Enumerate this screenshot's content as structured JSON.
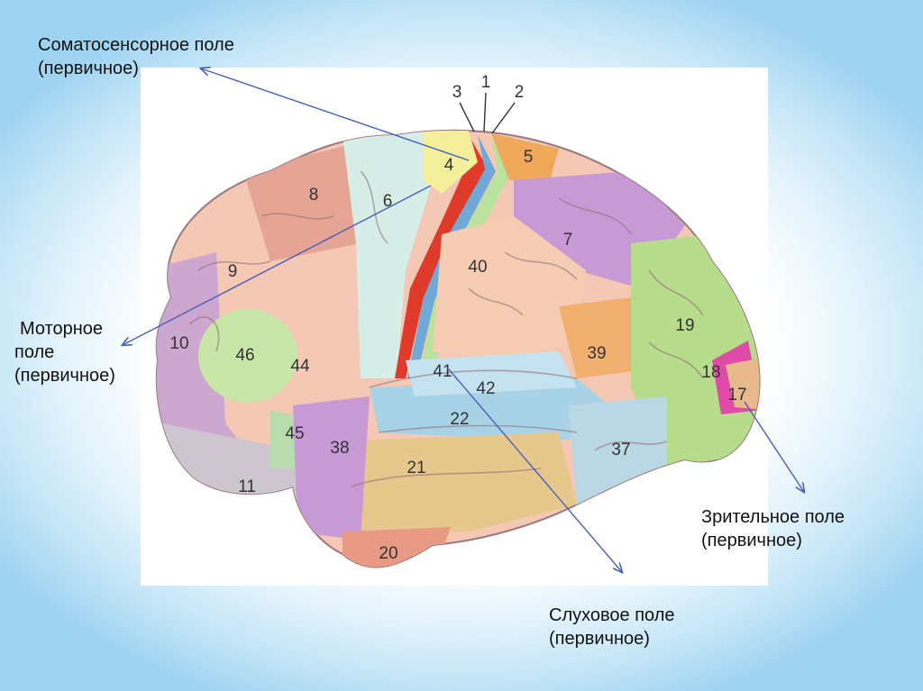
{
  "captions": {
    "somatosensory": {
      "line1": "Соматосенсорное поле",
      "line2": "(первичное)"
    },
    "motor": {
      "line1": "Моторное",
      "line2": "поле",
      "line3": "(первичное)"
    },
    "visual": {
      "line1": "Зрительное поле",
      "line2": "(первичное)"
    },
    "auditory": {
      "line1": "Слуховое поле",
      "line2": "(первичное)"
    }
  },
  "areas": {
    "a1": "1",
    "a2": "2",
    "a3": "3",
    "a4": "4",
    "a5": "5",
    "a6": "6",
    "a7": "7",
    "a8": "8",
    "a9": "9",
    "a10": "10",
    "a11": "11",
    "a17": "17",
    "a18": "18",
    "a19": "19",
    "a20": "20",
    "a21": "21",
    "a22": "22",
    "a37": "37",
    "a38": "38",
    "a39": "39",
    "a40": "40",
    "a41": "41",
    "a42": "42",
    "a44": "44",
    "a45": "45",
    "a46": "46"
  },
  "colors": {
    "background_edge": "#9fd3f2",
    "arrow": "#4a5fb8",
    "frontal_pink": "#f2b8a8",
    "premotor_cyan": "#d5ece6",
    "motor_strip_red": "#e03a2a",
    "sensory_blue": "#6ea9d8",
    "parietal_violet": "#c79ad6",
    "occipital_green": "#b6dc8c",
    "temporal_tan": "#e6c88c",
    "orange": "#f0a85a",
    "magenta": "#e04aa8",
    "gray": "#c8c2cc"
  }
}
